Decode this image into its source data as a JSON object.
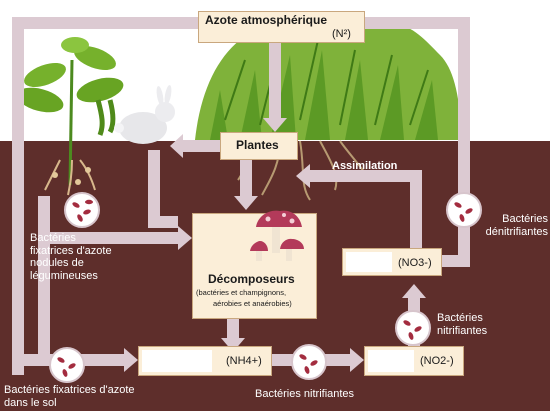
{
  "atmosphere": {
    "title": "Azote atmosphérique",
    "formula": "(N²)"
  },
  "plants_label": "Plantes",
  "assimilation_label": "Assimilation",
  "decomposers": {
    "title": "Décomposeurs",
    "subtitle_line1": "(bactéries et champignons,",
    "subtitle_line2": "aérobies et anaérobies)"
  },
  "ammonium": {
    "formula": "(NH4+)"
  },
  "nitrite": {
    "formula": "(NO2-)"
  },
  "nitrate": {
    "formula": "(NO3-)"
  },
  "bacteria_labels": {
    "fixing_nodules": [
      "Bactéries",
      "fixatrices d'azote",
      "nodules de",
      "légumineuses"
    ],
    "fixing_soil": [
      "Bactéries fixatrices d'azote",
      "dans le sol"
    ],
    "nitrifying_bottom": "Bactéries nitrifiantes",
    "nitrifying_right": [
      "Bactéries",
      "nitrifiantes"
    ],
    "denitrifying": [
      "Bactéries",
      "dénitrifiantes"
    ]
  },
  "colors": {
    "soil": "#5e2e2b",
    "sky": "#ffffff",
    "arrow": "#dccad2",
    "box_fill": "#fbeed8",
    "box_border": "#c9a77e",
    "text_on_soil": "#ffffff",
    "text_dark": "#1a1a1a"
  },
  "icons": [
    "legume-plant-icon",
    "rabbit-icon",
    "grass-icon",
    "mushroom-icon",
    "bacteria-icon"
  ]
}
